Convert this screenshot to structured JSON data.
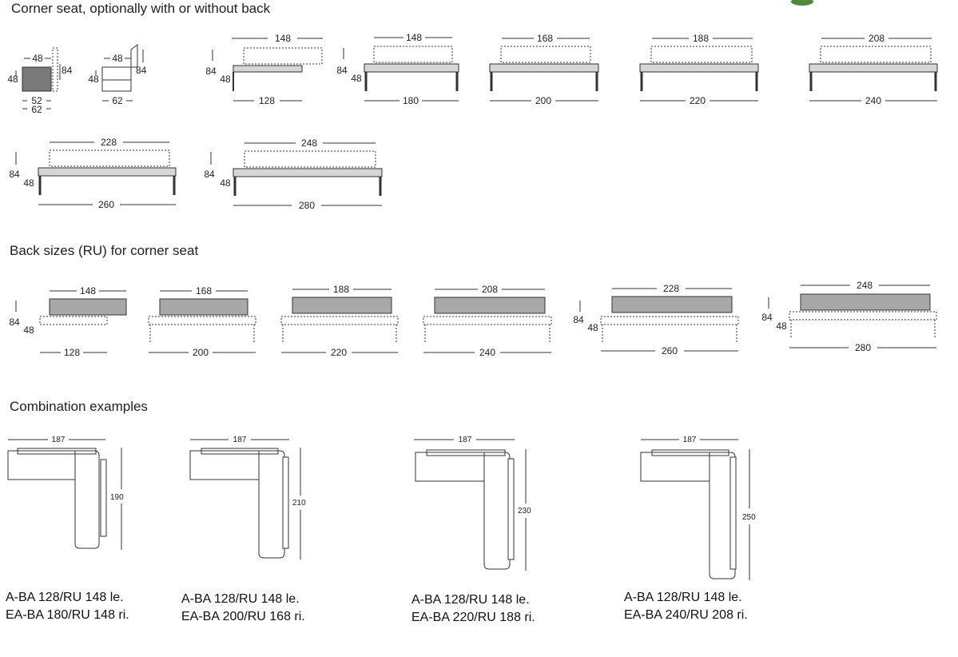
{
  "headings": {
    "corner_seat": "Corner seat, optionally with or without back",
    "back_sizes": "Back sizes (RU) for corner seat",
    "combinations": "Combination examples"
  },
  "colors": {
    "line": "#333333",
    "fill_dark": "#7a7a7a",
    "fill_back": "#a8a8a8",
    "fill_light": "#d6d6d6",
    "accent_leaf": "#4e8a3a"
  },
  "side_views": [
    {
      "depth": "48",
      "height": "84",
      "seat": "48",
      "bottom1": "52",
      "bottom2": "62"
    },
    {
      "depth": "48",
      "height": "84",
      "seat": "48",
      "bottom": "62"
    }
  ],
  "corner_seats": [
    {
      "top": "148",
      "bottom": "128",
      "h1": "84",
      "h2": "48"
    },
    {
      "top": "148",
      "bottom": "180",
      "h1": "84",
      "h2": "48"
    },
    {
      "top": "168",
      "bottom": "200"
    },
    {
      "top": "188",
      "bottom": "220"
    },
    {
      "top": "208",
      "bottom": "240"
    },
    {
      "top": "228",
      "bottom": "260",
      "h1": "84",
      "h2": "48"
    },
    {
      "top": "248",
      "bottom": "280",
      "h1": "84",
      "h2": "48"
    }
  ],
  "back_sizes": [
    {
      "top": "148",
      "bottom": "128",
      "h1": "84",
      "h2": "48"
    },
    {
      "top": "168",
      "bottom": "200"
    },
    {
      "top": "188",
      "bottom": "220"
    },
    {
      "top": "208",
      "bottom": "240"
    },
    {
      "top": "228",
      "bottom": "260",
      "h1": "84",
      "h2": "48"
    },
    {
      "top": "248",
      "bottom": "280",
      "h1": "84",
      "h2": "48"
    }
  ],
  "combinations": [
    {
      "width": "187",
      "length": "190",
      "line1": "A-BA 128/RU 148 le.",
      "line2": "EA-BA 180/RU 148 ri."
    },
    {
      "width": "187",
      "length": "210",
      "line1": "A-BA 128/RU 148 le.",
      "line2": "EA-BA 200/RU 168 ri."
    },
    {
      "width": "187",
      "length": "230",
      "line1": "A-BA 128/RU 148 le.",
      "line2": "EA-BA 220/RU 188 ri."
    },
    {
      "width": "187",
      "length": "250",
      "line1": "A-BA 128/RU 148 le.",
      "line2": "EA-BA 240/RU 208 ri."
    }
  ]
}
